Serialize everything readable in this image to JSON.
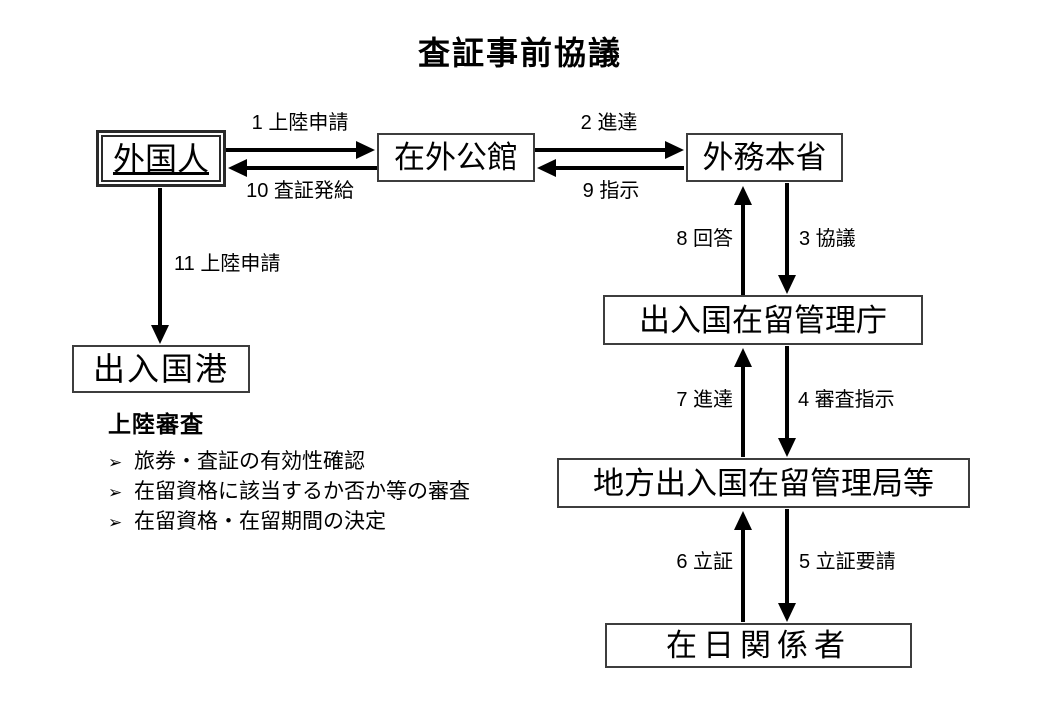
{
  "title": "査証事前協議",
  "nodes": {
    "foreigner": "外国人",
    "overseas_mission": "在外公館",
    "mofa_headquarters": "外務本省",
    "immigration_agency": "出入国在留管理庁",
    "regional_immigration_bureau": "地方出入国在留管理局等",
    "related_persons_in_japan": "在日関係者",
    "port_of_entry": "出入国港"
  },
  "edges": {
    "e1": "1 上陸申請",
    "e2": "2 進達",
    "e3": "3 協議",
    "e4": "4 審査指示",
    "e5": "5 立証要請",
    "e6": "6 立証",
    "e7": "7 進達",
    "e8": "8 回答",
    "e9": "9 指示",
    "e10": "10 査証発給",
    "e11": "11 上陸申請"
  },
  "landing_inspection": {
    "heading": "上陸審査",
    "bullet_icon": "➢",
    "items": [
      "旅券・査証の有効性確認",
      "在留資格に該当するか否か等の審査",
      "在留資格・在留期間の決定"
    ]
  },
  "colors": {
    "background": "#ffffff",
    "box_border": "#3d3d3d",
    "arrow": "#000000",
    "text": "#000000"
  }
}
